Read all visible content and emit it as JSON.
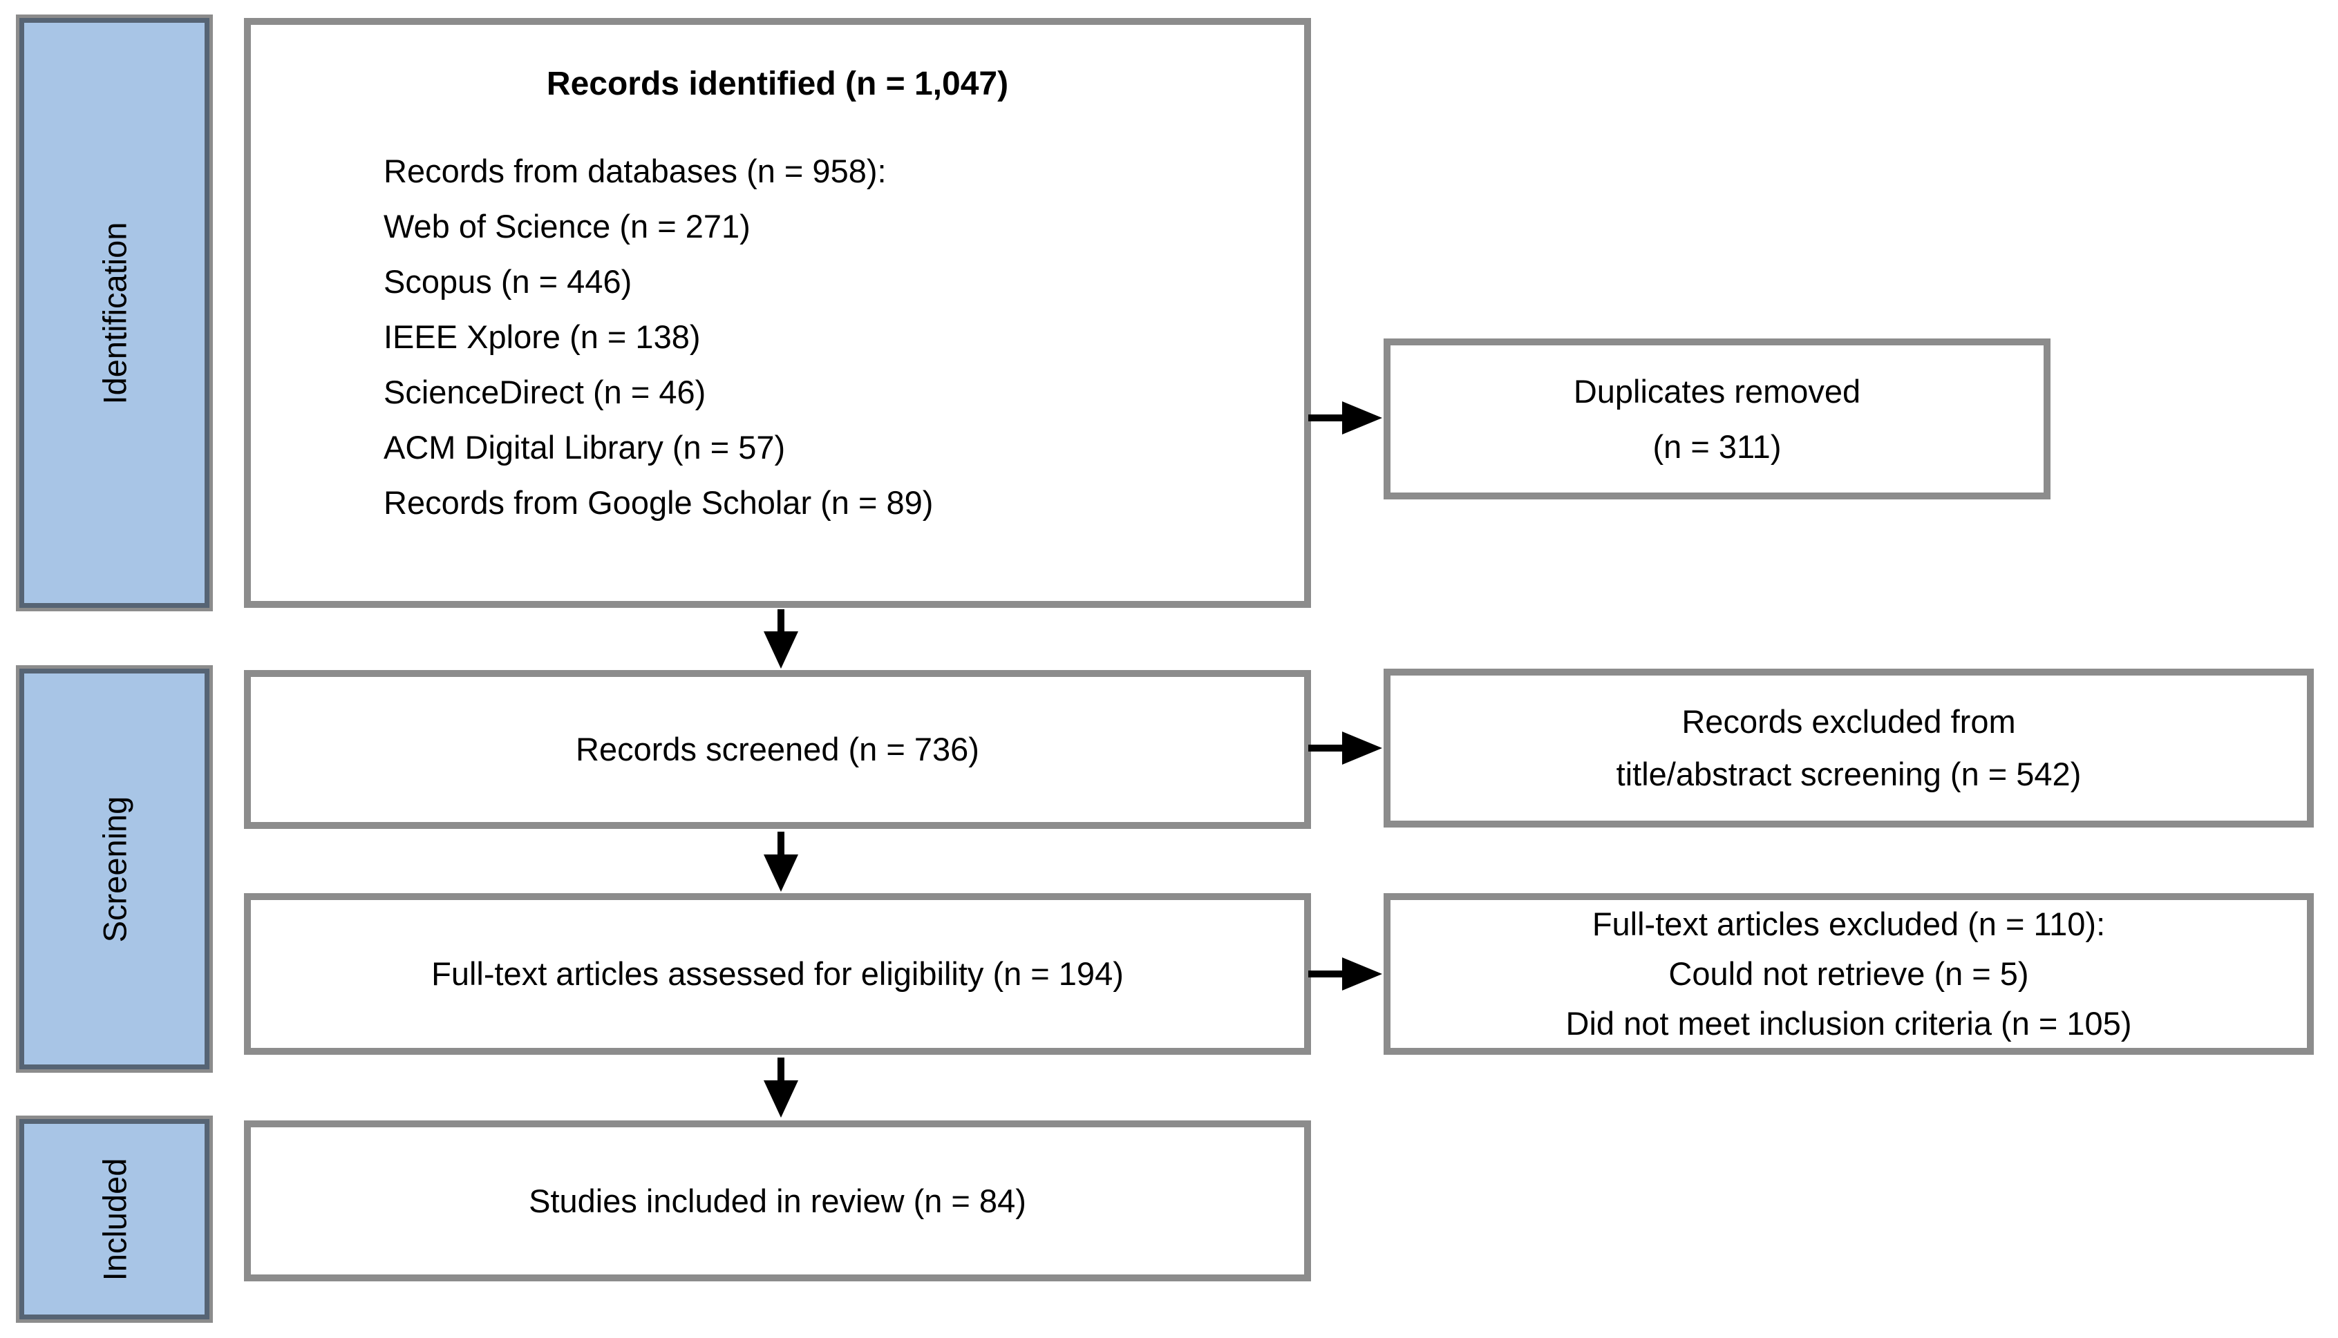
{
  "stages": {
    "identification": "Identification",
    "screening": "Screening",
    "included": "Included"
  },
  "boxes": {
    "records_identified": {
      "title": "Records identified (n = 1,047)",
      "lines": [
        "Records from databases (n = 958):",
        "Web of Science (n = 271)",
        "Scopus (n = 446)",
        "IEEE Xplore (n = 138)",
        "ScienceDirect (n = 46)",
        "ACM Digital Library (n = 57)",
        "Records from Google Scholar (n = 89)"
      ]
    },
    "duplicates_removed": {
      "lines": [
        "Duplicates removed",
        "(n = 311)"
      ]
    },
    "records_screened": {
      "label": "Records screened (n = 736)"
    },
    "records_excluded": {
      "lines": [
        "Records excluded from",
        "title/abstract screening (n = 542)"
      ]
    },
    "fulltext_assessed": {
      "label": "Full-text articles assessed for eligibility (n = 194)"
    },
    "fulltext_excluded": {
      "lines": [
        "Full-text articles excluded (n = 110):",
        "Could not retrieve (n = 5)",
        "Did not meet inclusion criteria (n = 105)"
      ]
    },
    "studies_included": {
      "label": "Studies included in review (n = 84)"
    }
  },
  "colors": {
    "stage_fill": "#a8c5e6",
    "stage_border": "#566474",
    "frame_border": "#8c8c8c",
    "arrow": "#000000",
    "text_color": "#000000"
  }
}
